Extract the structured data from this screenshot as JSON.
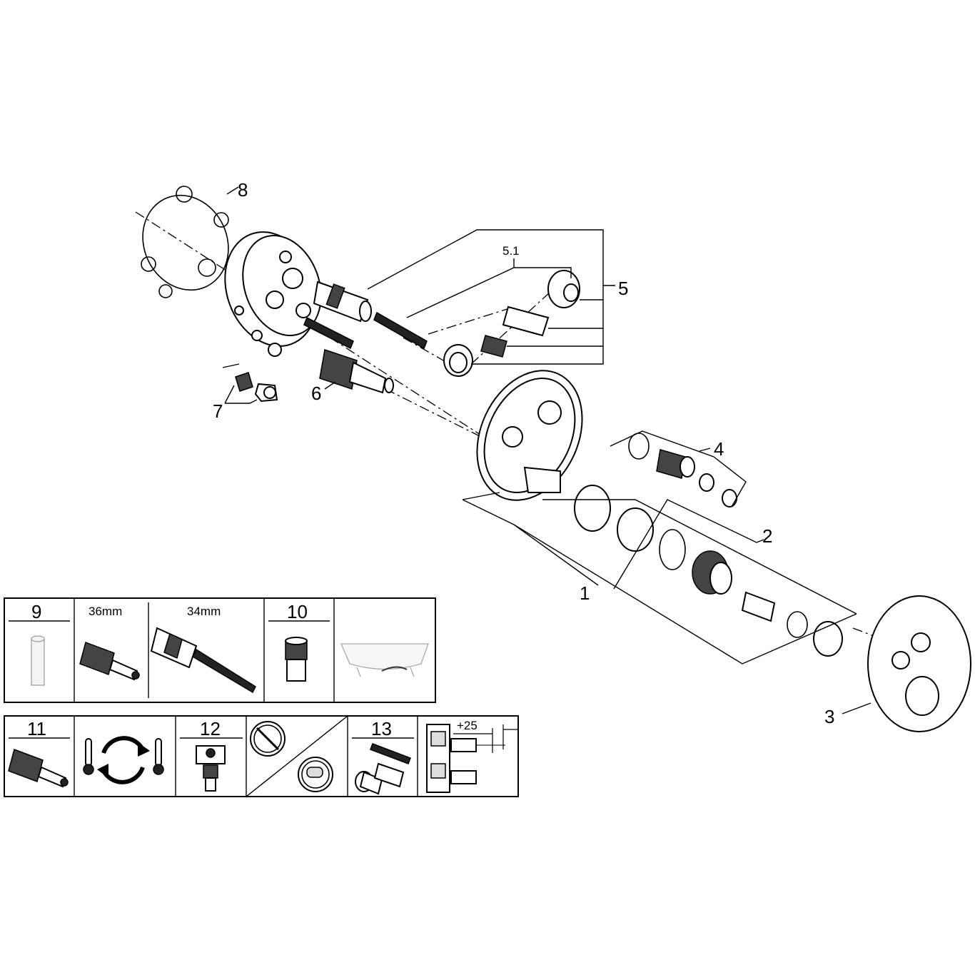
{
  "callouts": {
    "c1": "1",
    "c2": "2",
    "c3": "3",
    "c4": "4",
    "c5": "5",
    "c5_1": "5.1",
    "c6": "6",
    "c7": "7",
    "c8": "8"
  },
  "table_top": {
    "cells": [
      {
        "label": "9"
      },
      {
        "label": "36mm"
      },
      {
        "label": "34mm"
      },
      {
        "label": "10"
      },
      {
        "label": ""
      }
    ]
  },
  "table_bottom": {
    "cells": [
      {
        "label": "11"
      },
      {
        "label": ""
      },
      {
        "label": "12"
      },
      {
        "label": ""
      },
      {
        "label": "13"
      },
      {
        "label": "+25"
      }
    ]
  }
}
